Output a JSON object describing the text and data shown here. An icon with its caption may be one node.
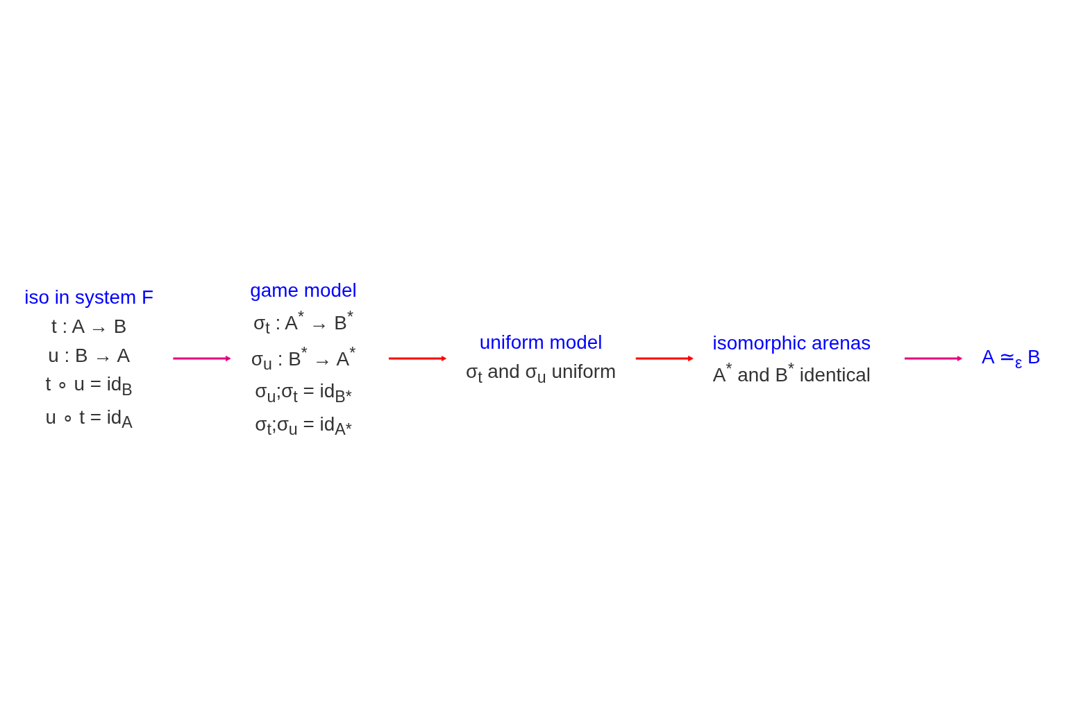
{
  "diagram": {
    "nodes": [
      {
        "text": [
          "iso in system F",
          "t : A → B",
          "u : B → A",
          "t ∘ u = id$_{B}$",
          "u ∘ t = id$_{A}$"
        ]
      },
      {
        "text": [
          "game model",
          "σ$_{t}$ : A$^{*}$ → B$^{*}$",
          "σ$_{u}$ : B$^{*}$ → A$^{*}$",
          "σ$_{u}$;σ$_{t}$ = id$_{B*}$",
          "σ$_{t}$;σ$_{u}$ = id$_{A*}$"
        ]
      },
      {
        "text": [
          "uniform model",
          "σ$_{t}$ and σ$_{u}$ uniform"
        ]
      },
      {
        "text": [
          "isomorphic arenas",
          "A$^{*}$ and B$^{*}$ identical"
        ]
      },
      {
        "text": [
          "A ≃$_{ε}$ B"
        ]
      }
    ],
    "edges": [
      {
        "from": 0,
        "to": 1,
        "arrow": "to",
        "color": "#e6007e"
      },
      {
        "from": 1,
        "to": 2,
        "arrow": "to",
        "color": "#ff0000"
      },
      {
        "from": 2,
        "to": 3,
        "arrow": "to",
        "color": "#ff0000"
      },
      {
        "from": 3,
        "to": 4,
        "arrow": "to",
        "color": "#e6007e"
      }
    ]
  }
}
